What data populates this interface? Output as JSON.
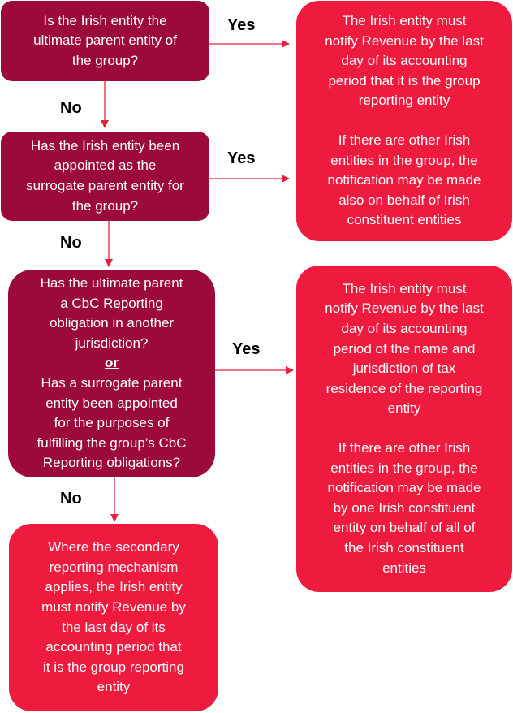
{
  "colors": {
    "question": "#9b0a3b",
    "answer": "#ee1b3e",
    "arrow": "#e8203f"
  },
  "q1": {
    "lines": [
      "Is the Irish entity the",
      "ultimate parent entity of",
      "the group?"
    ]
  },
  "q2": {
    "lines": [
      "Has the Irish entity been",
      "appointed as the",
      "surrogate parent entity for",
      "the group?"
    ]
  },
  "q3": {
    "lines_a": [
      "Has the ultimate parent",
      "a CbC Reporting",
      "obligation in another",
      "jurisdiction?"
    ],
    "or": "or",
    "lines_b": [
      "Has a surrogate parent",
      "entity been appointed",
      "for the purposes of",
      "fulfilling the group’s CbC",
      "Reporting obligations?"
    ]
  },
  "a1": {
    "para1": [
      "The Irish entity must",
      "notify Revenue by the last",
      "day of its accounting",
      "period that it is the group",
      "reporting entity"
    ],
    "para2": [
      "If there are other Irish",
      "entities in the group, the",
      "notification may be made",
      "also on behalf of Irish",
      "constituent entities"
    ]
  },
  "a2": {
    "para1": [
      "The Irish entity must",
      "notify Revenue by the last",
      "day of its accounting",
      "period of the name and",
      "jurisdiction of tax",
      "residence of the reporting",
      "entity"
    ],
    "para2": [
      "If there are other Irish",
      "entities in the group, the",
      "notification may be made",
      "by one Irish constituent",
      "entity on behalf of all of",
      "the Irish constituent",
      "entities"
    ]
  },
  "a3": {
    "lines": [
      "Where the secondary",
      "reporting mechanism",
      "applies, the Irish entity",
      "must notify Revenue by",
      "the last day of its",
      "accounting period that",
      "it is the group reporting",
      "entity"
    ]
  },
  "labels": {
    "yes1": "Yes",
    "yes2": "Yes",
    "yes3": "Yes",
    "no1": "No",
    "no2": "No",
    "no3": "No"
  }
}
